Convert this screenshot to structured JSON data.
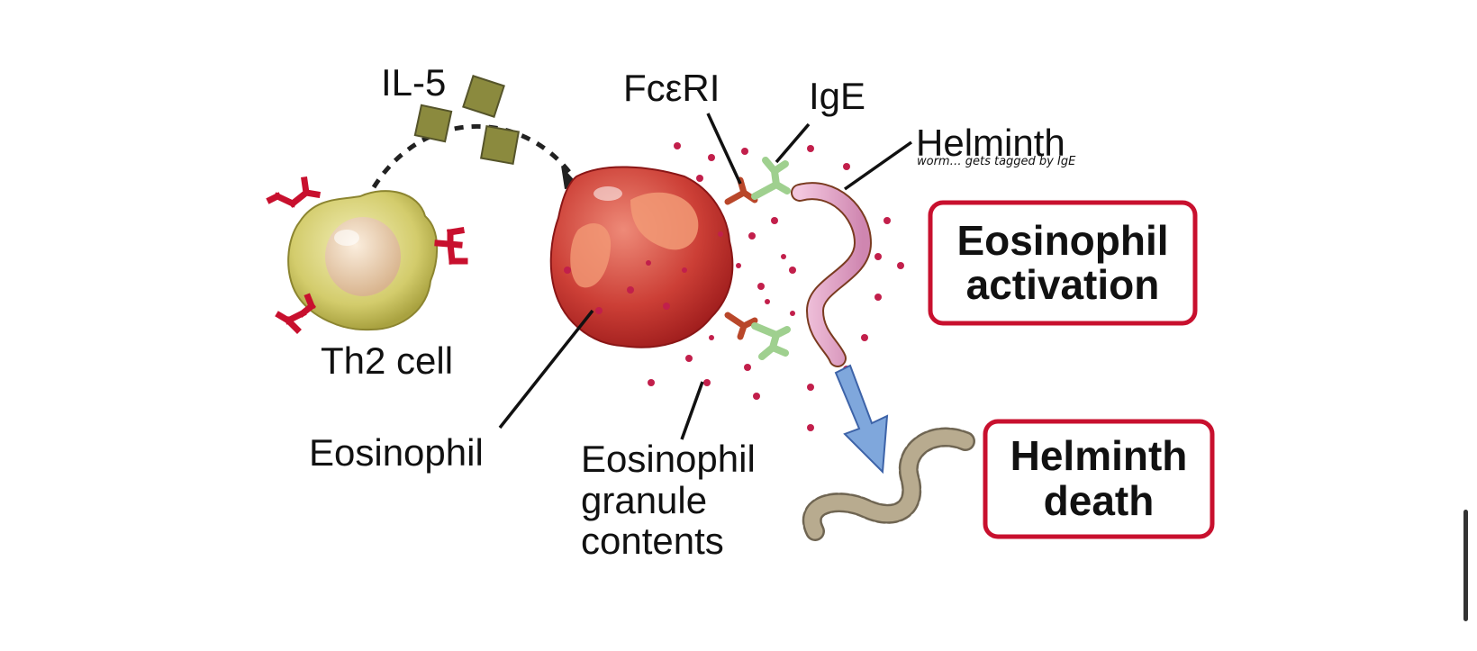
{
  "labels": {
    "il5": "IL-5",
    "fceri": "FcεRI",
    "ige": "IgE",
    "helminth": "Helminth",
    "handwritten_note": "worm… gets tagged by IgE",
    "th2_cell": "Th2 cell",
    "eosinophil": "Eosinophil",
    "granule_line1": "Eosinophil",
    "granule_line2": "granule",
    "granule_line3": "contents"
  },
  "boxes": {
    "activation_line1": "Eosinophil",
    "activation_line2": "activation",
    "death_line1": "Helminth",
    "death_line2": "death"
  },
  "colors": {
    "box_border": "#c8102e",
    "receptor_red": "#c8102e",
    "th2_fill": "#d9d27a",
    "eosinophil_fill": "#c8403a",
    "ige_green": "#9fd08f",
    "helminth_pink": "#e3a6c8",
    "dead_worm": "#b8ab8f",
    "arrow_blue": "#7fa7dc",
    "il5_square": "#8b8a3e",
    "granule_dot": "#c21f4b"
  },
  "icons": [
    "th2-cell-icon",
    "eosinophil-icon",
    "helminth-icon",
    "dead-helminth-icon",
    "il5-cytokine-icon",
    "ige-antibody-icon",
    "fceri-receptor-icon",
    "down-arrow-icon"
  ]
}
